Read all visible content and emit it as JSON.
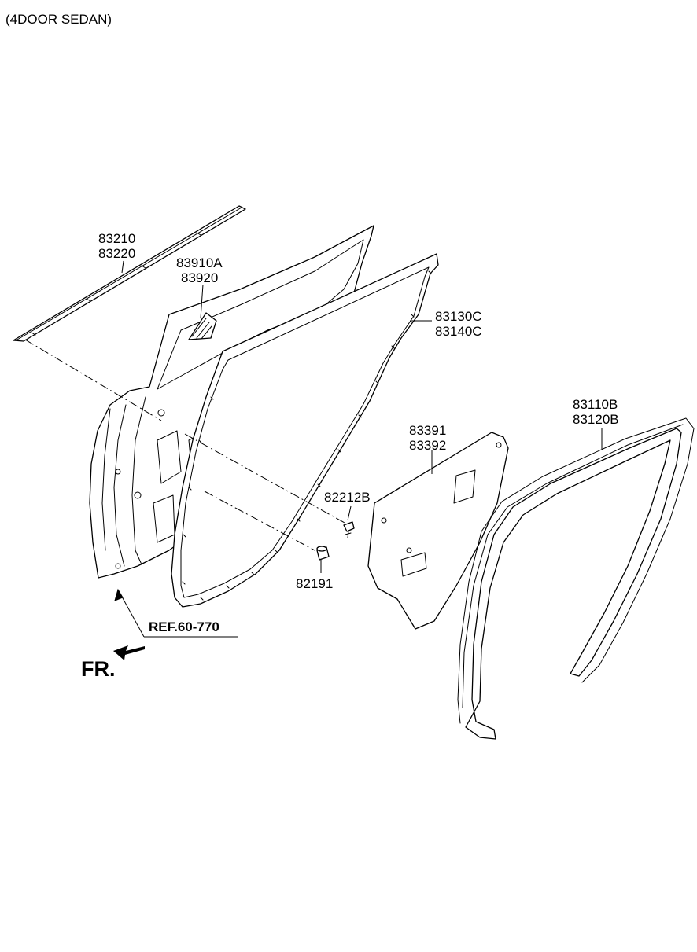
{
  "header": {
    "title": "(4DOOR SEDAN)"
  },
  "parts": {
    "belt_moulding": [
      "83210",
      "83220"
    ],
    "delta_cover": [
      "83910A",
      "83920"
    ],
    "body_weatherstrip": [
      "83130C",
      "83140C"
    ],
    "insulator_pad": [
      "83391",
      "83392"
    ],
    "run_channel": [
      "83110B",
      "83120B"
    ],
    "screw": [
      "82212B"
    ],
    "plug": [
      "82191"
    ]
  },
  "reference": {
    "label": "REF.60-770"
  },
  "direction": {
    "label": "FR."
  }
}
